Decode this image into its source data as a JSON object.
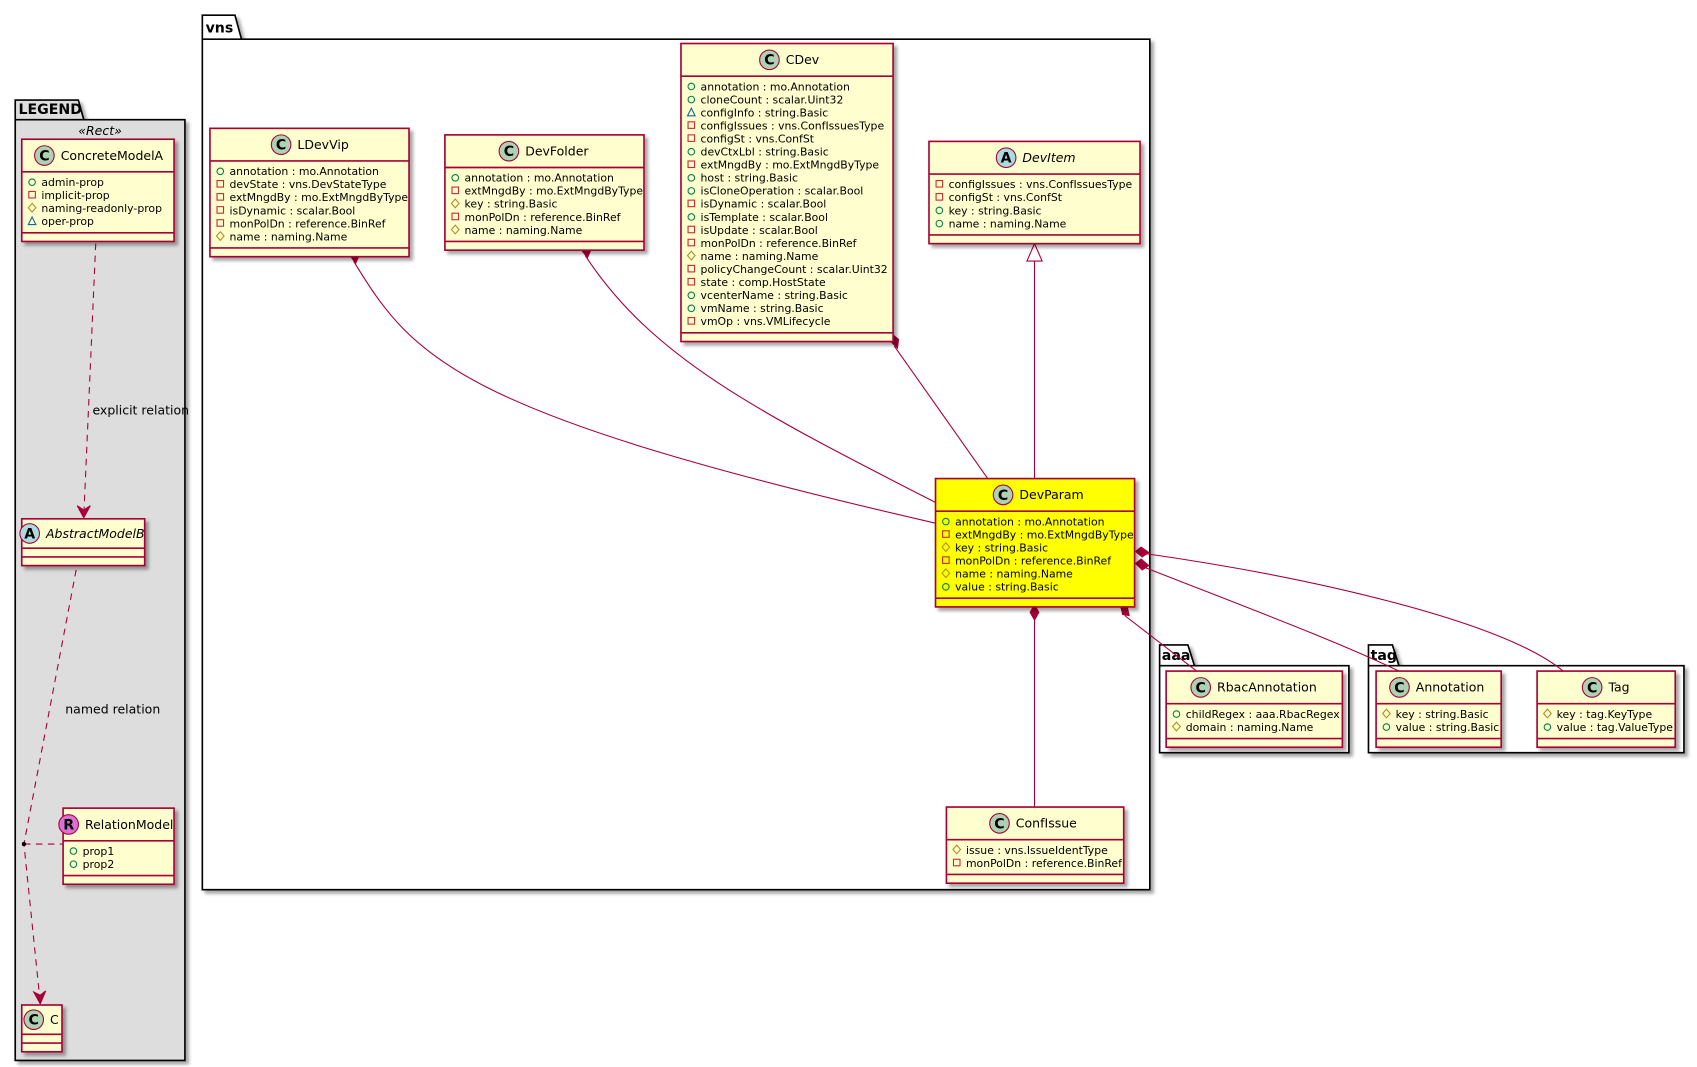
{
  "colors": {
    "line": "#A80036",
    "class_fill": "#FEFECE",
    "highlight_fill": "#FFFF00",
    "legend_fill": "#DDDDDD",
    "icon_class": "#ADD1B2",
    "icon_abstract": "#A9DCDF",
    "icon_relation": "#DA70D6",
    "vis_public": "#038048",
    "vis_private": "#C82930",
    "vis_protected": "#B38D22",
    "vis_package": "#1963A0"
  },
  "packages": {
    "legend": {
      "label": "LEGEND",
      "stereotype": "«Rect»"
    },
    "vns": {
      "label": "vns"
    },
    "aaa": {
      "label": "aaa"
    },
    "tag": {
      "label": "tag"
    }
  },
  "relations": {
    "explicit": "explicit relation",
    "named": "named relation"
  },
  "classes": [
    {
      "id": "ConcreteModelA",
      "name": "ConcreteModelA",
      "kind": "C",
      "attrs": [
        {
          "vis": "public",
          "text": "admin-prop"
        },
        {
          "vis": "private",
          "text": "implicit-prop"
        },
        {
          "vis": "protected",
          "text": "naming-readonly-prop"
        },
        {
          "vis": "package",
          "text": "oper-prop"
        }
      ]
    },
    {
      "id": "AbstractModelB",
      "name": "AbstractModelB",
      "kind": "A",
      "attrs": []
    },
    {
      "id": "RelationModel",
      "name": "RelationModel",
      "kind": "R",
      "attrs": [
        {
          "vis": "public",
          "text": "prop1"
        },
        {
          "vis": "public",
          "text": "prop2"
        }
      ]
    },
    {
      "id": "C",
      "name": "C",
      "kind": "C",
      "attrs": []
    },
    {
      "id": "LDevVip",
      "name": "LDevVip",
      "kind": "C",
      "attrs": [
        {
          "vis": "public",
          "text": "annotation : mo.Annotation"
        },
        {
          "vis": "private",
          "text": "devState : vns.DevStateType"
        },
        {
          "vis": "private",
          "text": "extMngdBy : mo.ExtMngdByType"
        },
        {
          "vis": "private",
          "text": "isDynamic : scalar.Bool"
        },
        {
          "vis": "private",
          "text": "monPolDn : reference.BinRef"
        },
        {
          "vis": "protected",
          "text": "name : naming.Name"
        }
      ]
    },
    {
      "id": "DevFolder",
      "name": "DevFolder",
      "kind": "C",
      "attrs": [
        {
          "vis": "public",
          "text": "annotation : mo.Annotation"
        },
        {
          "vis": "private",
          "text": "extMngdBy : mo.ExtMngdByType"
        },
        {
          "vis": "protected",
          "text": "key : string.Basic"
        },
        {
          "vis": "private",
          "text": "monPolDn : reference.BinRef"
        },
        {
          "vis": "protected",
          "text": "name : naming.Name"
        }
      ]
    },
    {
      "id": "CDev",
      "name": "CDev",
      "kind": "C",
      "attrs": [
        {
          "vis": "public",
          "text": "annotation : mo.Annotation"
        },
        {
          "vis": "public",
          "text": "cloneCount : scalar.Uint32"
        },
        {
          "vis": "package",
          "text": "configInfo : string.Basic"
        },
        {
          "vis": "private",
          "text": "configIssues : vns.ConfIssuesType"
        },
        {
          "vis": "private",
          "text": "configSt : vns.ConfSt"
        },
        {
          "vis": "public",
          "text": "devCtxLbl : string.Basic"
        },
        {
          "vis": "private",
          "text": "extMngdBy : mo.ExtMngdByType"
        },
        {
          "vis": "public",
          "text": "host : string.Basic"
        },
        {
          "vis": "public",
          "text": "isCloneOperation : scalar.Bool"
        },
        {
          "vis": "private",
          "text": "isDynamic : scalar.Bool"
        },
        {
          "vis": "public",
          "text": "isTemplate : scalar.Bool"
        },
        {
          "vis": "private",
          "text": "isUpdate : scalar.Bool"
        },
        {
          "vis": "private",
          "text": "monPolDn : reference.BinRef"
        },
        {
          "vis": "protected",
          "text": "name : naming.Name"
        },
        {
          "vis": "private",
          "text": "policyChangeCount : scalar.Uint32"
        },
        {
          "vis": "private",
          "text": "state : comp.HostState"
        },
        {
          "vis": "public",
          "text": "vcenterName : string.Basic"
        },
        {
          "vis": "public",
          "text": "vmName : string.Basic"
        },
        {
          "vis": "private",
          "text": "vmOp : vns.VMLifecycle"
        }
      ]
    },
    {
      "id": "DevItem",
      "name": "DevItem",
      "kind": "A",
      "attrs": [
        {
          "vis": "private",
          "text": "configIssues : vns.ConfIssuesType"
        },
        {
          "vis": "private",
          "text": "configSt : vns.ConfSt"
        },
        {
          "vis": "public",
          "text": "key : string.Basic"
        },
        {
          "vis": "public",
          "text": "name : naming.Name"
        }
      ]
    },
    {
      "id": "DevParam",
      "name": "DevParam",
      "kind": "C",
      "highlight": true,
      "attrs": [
        {
          "vis": "public",
          "text": "annotation : mo.Annotation"
        },
        {
          "vis": "private",
          "text": "extMngdBy : mo.ExtMngdByType"
        },
        {
          "vis": "protected",
          "text": "key : string.Basic"
        },
        {
          "vis": "private",
          "text": "monPolDn : reference.BinRef"
        },
        {
          "vis": "protected",
          "text": "name : naming.Name"
        },
        {
          "vis": "public",
          "text": "value : string.Basic"
        }
      ]
    },
    {
      "id": "ConfIssue",
      "name": "ConfIssue",
      "kind": "C",
      "attrs": [
        {
          "vis": "protected",
          "text": "issue : vns.IssueIdentType"
        },
        {
          "vis": "private",
          "text": "monPolDn : reference.BinRef"
        }
      ]
    },
    {
      "id": "RbacAnnotation",
      "name": "RbacAnnotation",
      "kind": "C",
      "attrs": [
        {
          "vis": "public",
          "text": "childRegex : aaa.RbacRegex"
        },
        {
          "vis": "protected",
          "text": "domain : naming.Name"
        }
      ]
    },
    {
      "id": "Annotation",
      "name": "Annotation",
      "kind": "C",
      "attrs": [
        {
          "vis": "protected",
          "text": "key : string.Basic"
        },
        {
          "vis": "public",
          "text": "value : string.Basic"
        }
      ]
    },
    {
      "id": "Tag",
      "name": "Tag",
      "kind": "C",
      "attrs": [
        {
          "vis": "protected",
          "text": "key : tag.KeyType"
        },
        {
          "vis": "public",
          "text": "value : tag.ValueType"
        }
      ]
    }
  ]
}
